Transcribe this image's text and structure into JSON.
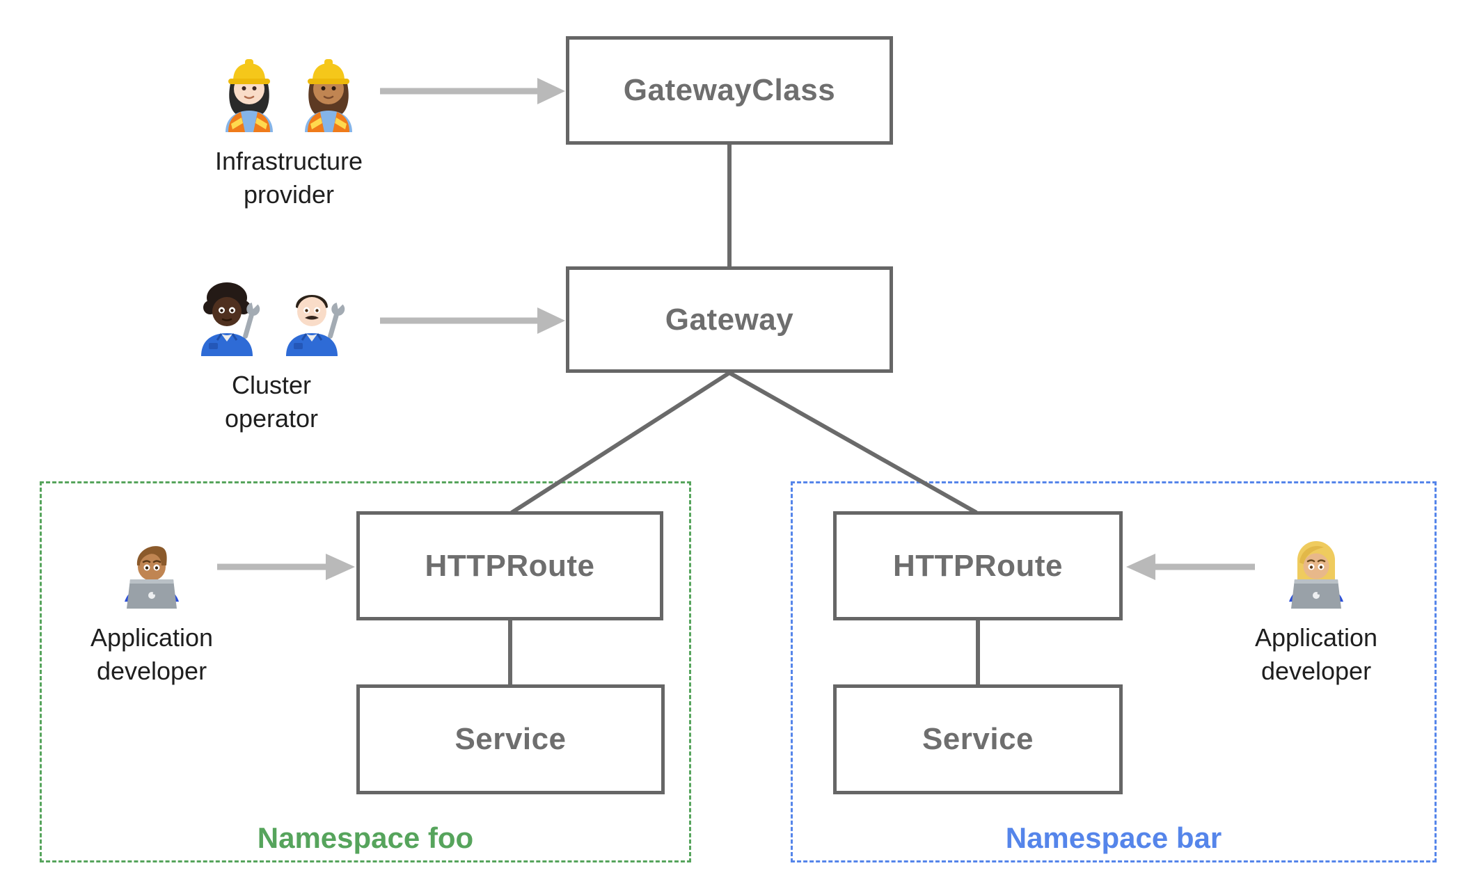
{
  "page": {
    "background": "#FFFFFF"
  },
  "colors": {
    "node_border": "#666666",
    "node_text": "#6E6E6E",
    "connector": "#6A6A6A",
    "arrow": "#B9B9B9",
    "namespace_foo_green": "#56A45C",
    "namespace_bar_blue": "#5585EA",
    "actor_label_text": "#1E1E1E"
  },
  "nodes": {
    "gateway_class": {
      "label": "GatewayClass"
    },
    "gateway": {
      "label": "Gateway"
    },
    "httproute_foo": {
      "label": "HTTPRoute"
    },
    "service_foo": {
      "label": "Service"
    },
    "httproute_bar": {
      "label": "HTTPRoute"
    },
    "service_bar": {
      "label": "Service"
    }
  },
  "namespaces": {
    "foo": {
      "label": "Namespace foo"
    },
    "bar": {
      "label": "Namespace bar"
    }
  },
  "actors": {
    "infrastructure_provider": {
      "label": "Infrastructure provider",
      "icons": [
        "woman-construction-worker-light-icon",
        "woman-construction-worker-medium-icon"
      ]
    },
    "cluster_operator": {
      "label": "Cluster operator",
      "icons": [
        "person-mechanic-dark-icon",
        "man-mechanic-light-icon"
      ]
    },
    "application_developer_foo": {
      "label": "Application developer",
      "icons": [
        "man-technologist-icon"
      ]
    },
    "application_developer_bar": {
      "label": "Application developer",
      "icons": [
        "woman-technologist-icon"
      ]
    }
  }
}
